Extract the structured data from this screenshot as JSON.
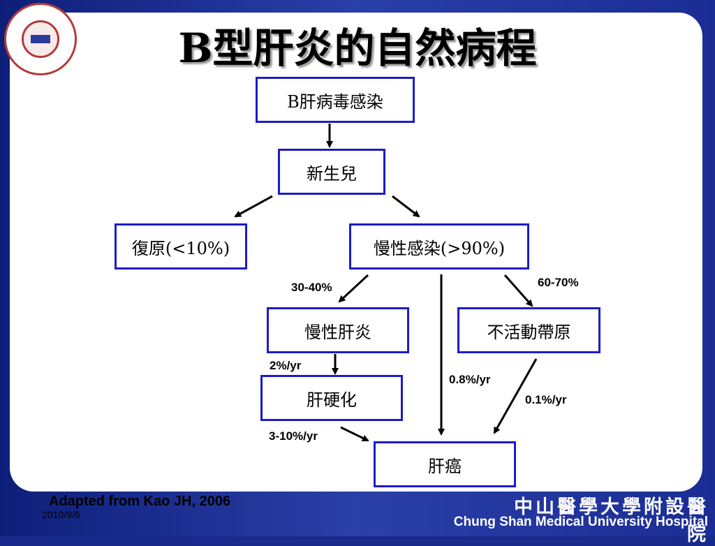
{
  "slide": {
    "title": "B型肝炎的自然病程",
    "source": "Adapted from Kao JH, 2006",
    "date": "2010/9/6"
  },
  "hospital": {
    "name_zh": "中山醫學大學附設醫院",
    "name_en": "Chung Shan Medical University Hospital"
  },
  "nodes": {
    "infection": "B肝病毒感染",
    "newborn": "新生兒",
    "recovery": "復原(<10%)",
    "chronic_infection": "慢性感染(>90%)",
    "chronic_hepatitis": "慢性肝炎",
    "inactive_carrier": "不活動帶原",
    "cirrhosis": "肝硬化",
    "liver_cancer": "肝癌"
  },
  "edge_labels": {
    "to_chronic_hepatitis": "30-40%",
    "to_inactive_carrier": "60-70%",
    "hepatitis_to_cirrhosis": "2%/yr",
    "chronic_to_cancer": "0.8%/yr",
    "carrier_to_cancer": "0.1%/yr",
    "cirrhosis_to_cancer": "3-10%/yr"
  },
  "colors": {
    "box_border": "#1c1cc8",
    "arrow": "#000000",
    "background_blue": "#1a2a8c"
  }
}
